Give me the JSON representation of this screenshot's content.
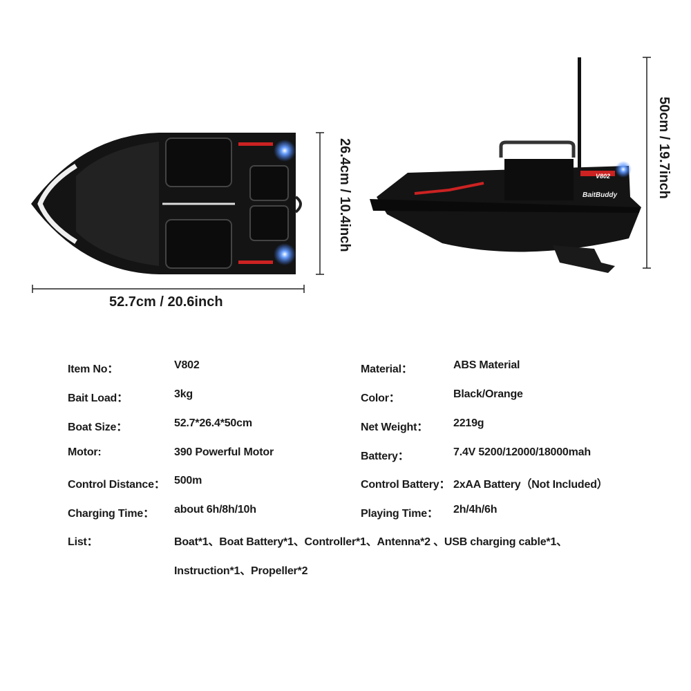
{
  "dimensions": {
    "length": "52.7cm / 20.6inch",
    "width": "26.4cm / 10.4inch",
    "height": "50cm / 19.7inch"
  },
  "boat": {
    "brand_logo": "BaitBuddy",
    "model_badge": "V802",
    "light_color": "#3a7bff",
    "hull_color": "#141414"
  },
  "specs": {
    "left": [
      {
        "label": "Item No：",
        "value": "V802"
      },
      {
        "label": "Bait Load：",
        "value": "3kg"
      },
      {
        "label": "Boat Size：",
        "value": "52.7*26.4*50cm"
      },
      {
        "label": "Motor:",
        "value": "390 Powerful Motor"
      },
      {
        "label": "Control Distance：",
        "value": "500m"
      },
      {
        "label": "Charging Time：",
        "value": "about 6h/8h/10h"
      }
    ],
    "right": [
      {
        "label": "Material：",
        "value": "ABS Material"
      },
      {
        "label": "Color：",
        "value": "Black/Orange"
      },
      {
        "label": "Net Weight：",
        "value": "2219g"
      },
      {
        "label": "Battery：",
        "value": "7.4V 5200/12000/18000mah"
      },
      {
        "label": "Control Battery：",
        "value": "2xAA Battery（Not Included）"
      },
      {
        "label": "Playing Time：",
        "value": "2h/4h/6h"
      }
    ],
    "list": {
      "label": "List：",
      "line1": "Boat*1、Boat Battery*1、Controller*1、Antenna*2 、USB charging cable*1、",
      "line2": "Instruction*1、Propeller*2"
    }
  }
}
